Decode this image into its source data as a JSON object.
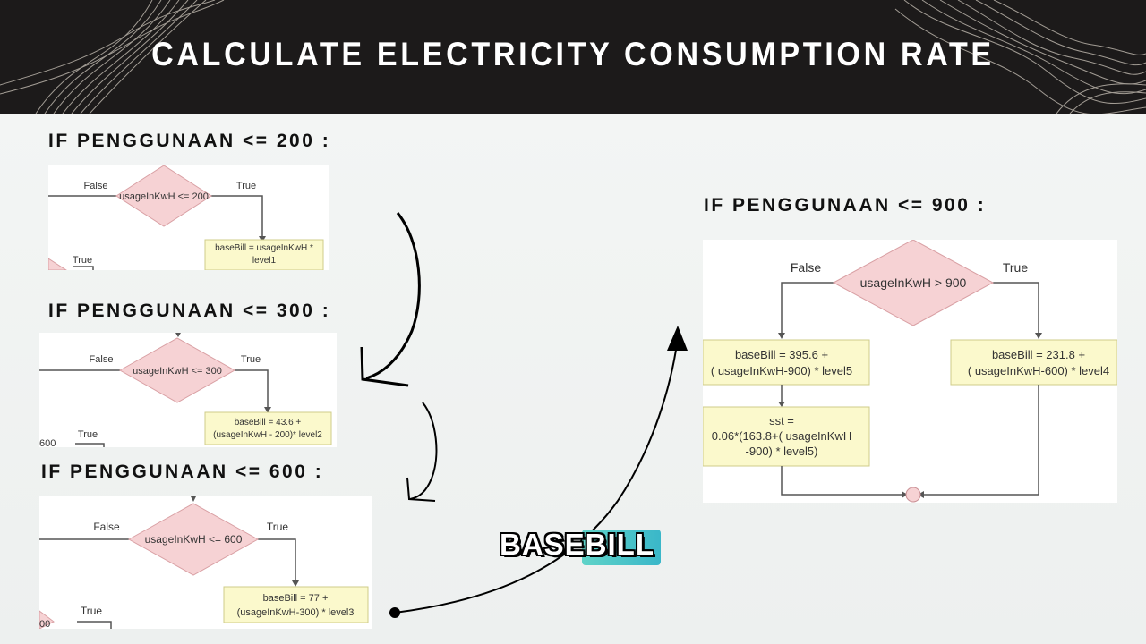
{
  "title": "CALCULATE ELECTRICITY CONSUMPTION RATE",
  "badge": "BASEBILL",
  "sections": [
    {
      "label": "IF PENGGUNAAN <= 200 :",
      "decision": "usageInKwH <= 200",
      "false_label": "False",
      "true_label": "True",
      "lower_true_label": "True",
      "process_line1": "baseBill = usageInKwH *",
      "process_line2": "level1"
    },
    {
      "label": "IF PENGGUNAAN <= 300 :",
      "decision": "usageInKwH <= 300",
      "false_label": "False",
      "true_label": "True",
      "lower_true_label": "True",
      "lower_edge_text": "600",
      "process_line1": "baseBill = 43.6 +",
      "process_line2": "(usageInKwH - 200)* level2"
    },
    {
      "label": "IF PENGGUNAAN <= 600 :",
      "decision": "usageInKwH <= 600",
      "false_label": "False",
      "true_label": "True",
      "lower_true_label": "True",
      "lower_edge_text": "00",
      "process_line1": "baseBill = 77 +",
      "process_line2": "(usageInKwH-300) * level3"
    },
    {
      "label": "IF PENGGUNAAN <= 900 :",
      "decision": "usageInKwH > 900",
      "false_label": "False",
      "true_label": "True",
      "false_box_line1": "baseBill = 395.6 +",
      "false_box_line2": "( usageInKwH-900) * level5",
      "true_box_line1": "baseBill = 231.8 +",
      "true_box_line2": "( usageInKwH-600) * level4",
      "sst_line1": "sst =",
      "sst_line2": "0.06*(163.8+( usageInKwH",
      "sst_line3": "-900) * level5)"
    }
  ],
  "colors": {
    "header_bg": "#1c1a1a",
    "decision_fill": "#f6d2d4",
    "decision_stroke": "#d9a0a4",
    "process_fill": "#fbf9cc",
    "process_stroke": "#cfcc8a",
    "badge_accent": "#4fc7c8"
  }
}
